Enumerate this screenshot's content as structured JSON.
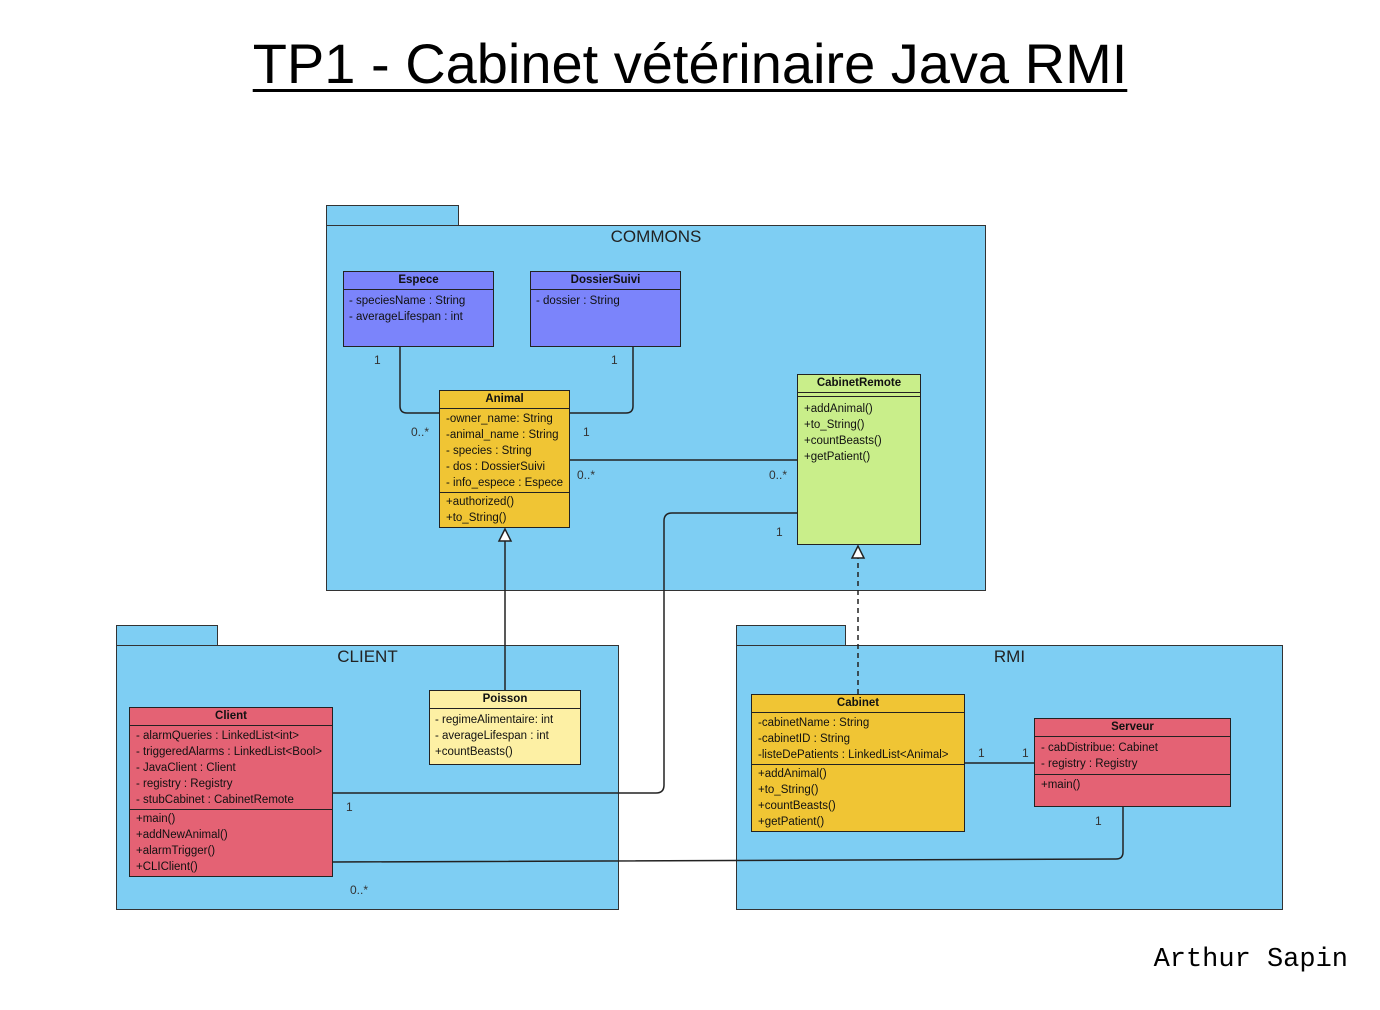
{
  "title": "TP1 - Cabinet vétérinaire Java RMI",
  "author": "Arthur Sapin",
  "packages": {
    "commons": "COMMONS",
    "client": "CLIENT",
    "rmi": "RMI"
  },
  "classes": {
    "espece": {
      "name": "Espece",
      "attributes": [
        "- speciesName : String",
        "- averageLifespan : int"
      ],
      "methods": []
    },
    "dossier": {
      "name": "DossierSuivi",
      "attributes": [
        "- dossier : String"
      ],
      "methods": []
    },
    "animal": {
      "name": "Animal",
      "attributes": [
        "-owner_name: String",
        "-animal_name : String",
        "- species : String",
        "- dos : DossierSuivi",
        "- info_espece : Espece"
      ],
      "methods": [
        "+authorized()",
        "+to_String()"
      ]
    },
    "cabinetremote": {
      "name": "CabinetRemote",
      "attributes": [],
      "methods": [
        "+addAnimal()",
        "+to_String()",
        "+countBeasts()",
        "+getPatient()"
      ]
    },
    "poisson": {
      "name": "Poisson",
      "attributes": [
        "- regimeAlimentaire: int",
        "- averageLifespan : int",
        "+countBeasts()"
      ],
      "methods": []
    },
    "client": {
      "name": "Client",
      "attributes": [
        "- alarmQueries : LinkedList<int>",
        "- triggeredAlarms : LinkedList<Bool>",
        "- JavaClient : Client",
        "- registry : Registry",
        "- stubCabinet : CabinetRemote"
      ],
      "methods": [
        "+main()",
        "+addNewAnimal()",
        "+alarmTrigger()",
        "+CLIClient()"
      ]
    },
    "cabinet": {
      "name": "Cabinet",
      "attributes": [
        "-cabinetName : String",
        "-cabinetID : String",
        "-listeDePatients : LinkedList<Animal>"
      ],
      "methods": [
        "+addAnimal()",
        "+to_String()",
        "+countBeasts()",
        "+getPatient()"
      ]
    },
    "serveur": {
      "name": "Serveur",
      "attributes": [
        "- cabDistribue: Cabinet",
        "- registry : Registry"
      ],
      "methods": [
        "+main()"
      ]
    }
  },
  "multiplicities": {
    "espece_top": "1",
    "dossier_top": "1",
    "animal_espece": "0..*",
    "animal_dossier": "1",
    "animal_remote": "0..*",
    "remote_animal": "0..*",
    "remote_client": "1",
    "client_remote": "1",
    "client_serveur": "0..*",
    "cabinet_serveur": "1",
    "serveur_cabinet": "1",
    "serveur_client": "1"
  },
  "colors": {
    "package": "#7ecef3",
    "blue_class": "#7b84fb",
    "orange_class": "#f0c534",
    "green_class": "#c9ee8a",
    "pale_class": "#fdf0a4",
    "red_class": "#e46274"
  }
}
